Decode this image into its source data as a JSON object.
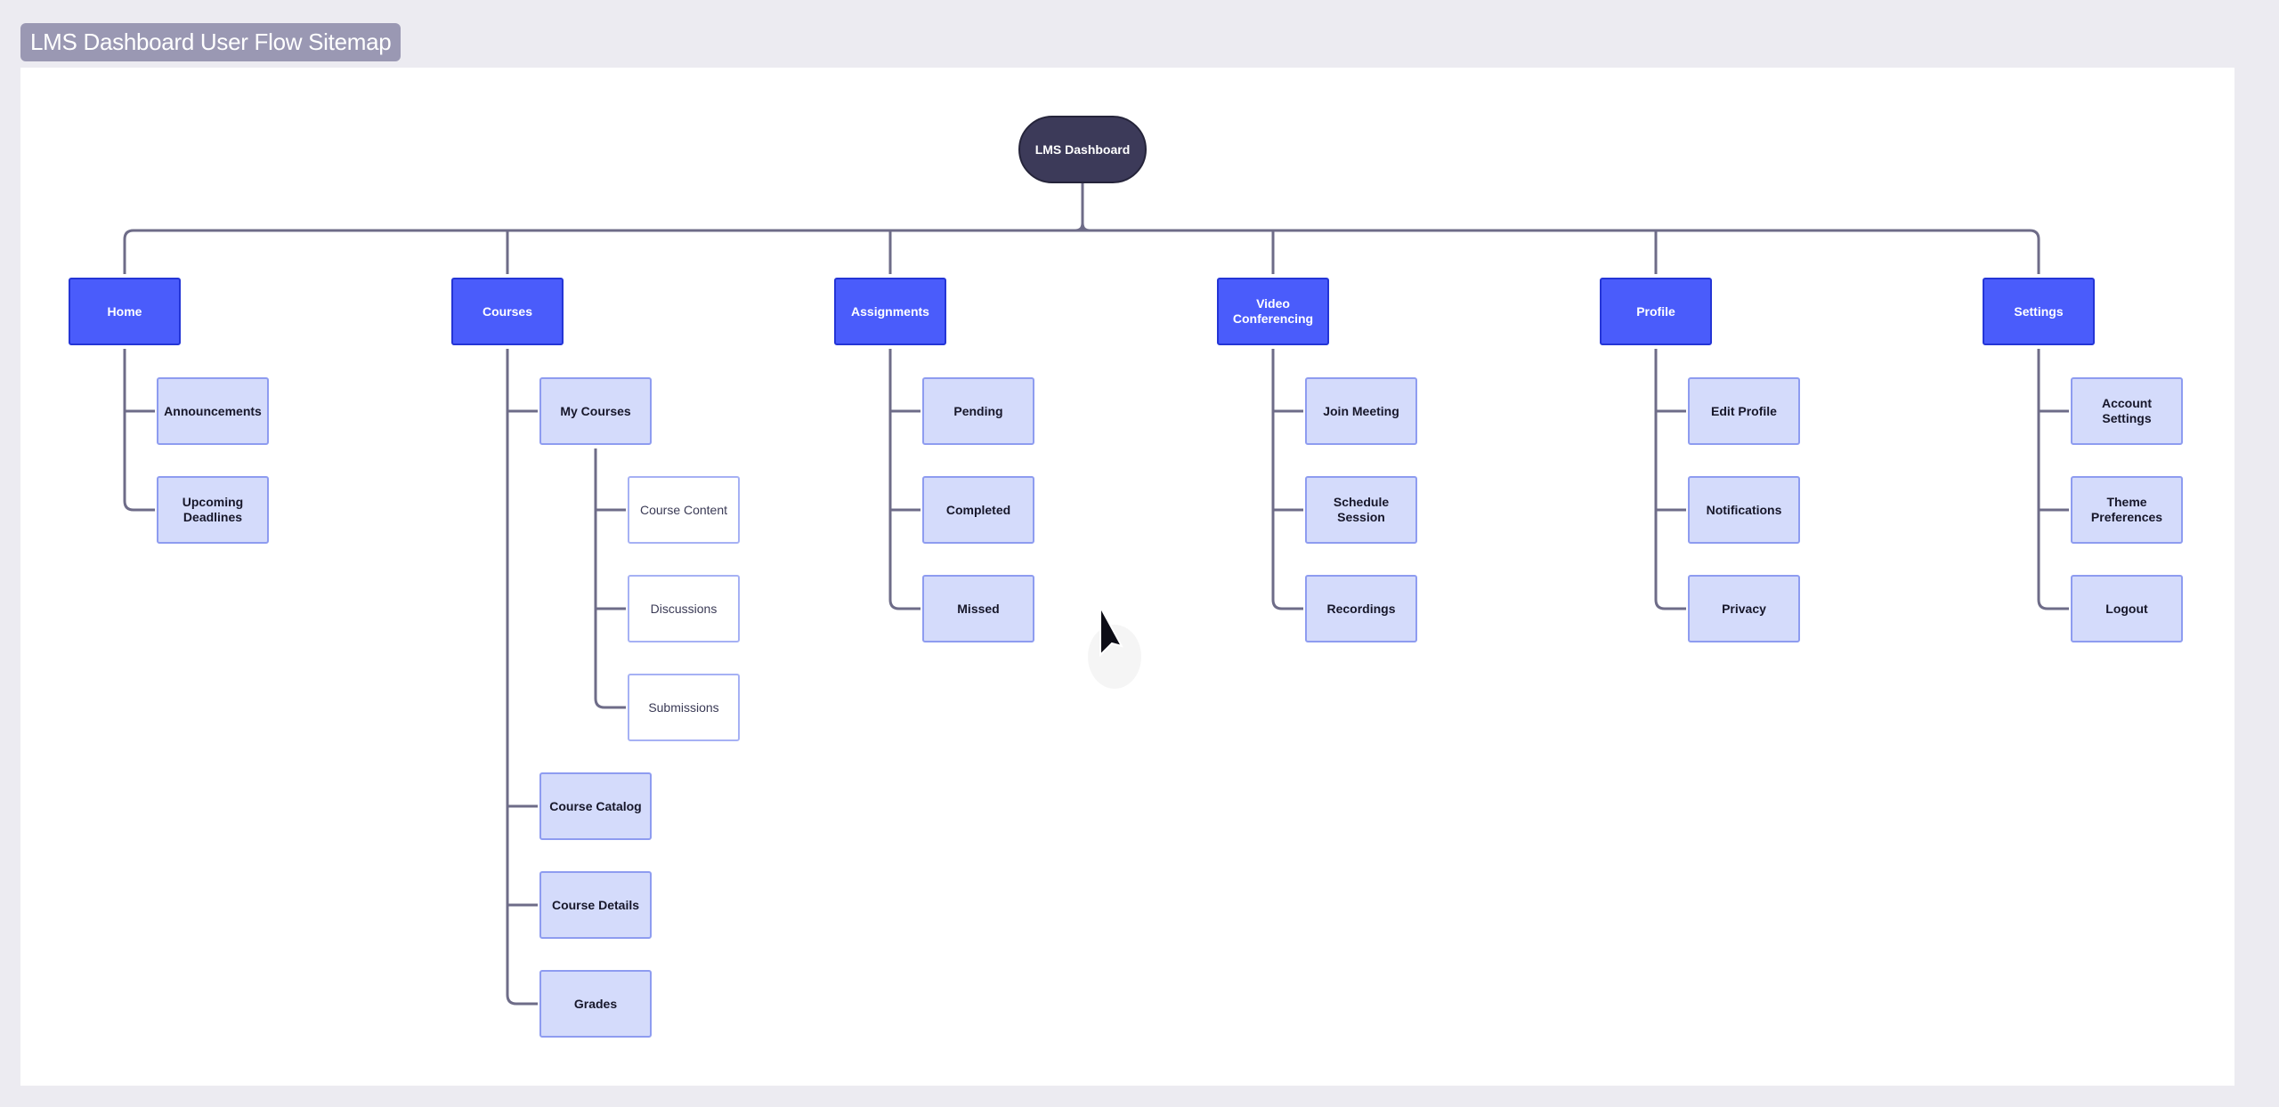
{
  "title": "LMS Dashboard User Flow Sitemap",
  "root": "LMS Dashboard",
  "sections": [
    {
      "label": "Home",
      "children": [
        {
          "label": "Announcements"
        },
        {
          "label": "Upcoming Deadlines"
        }
      ]
    },
    {
      "label": "Courses",
      "children": [
        {
          "label": "My Courses",
          "children": [
            {
              "label": "Course Content"
            },
            {
              "label": "Discussions"
            },
            {
              "label": "Submissions"
            }
          ]
        },
        {
          "label": "Course Catalog"
        },
        {
          "label": "Course Details"
        },
        {
          "label": "Grades"
        }
      ]
    },
    {
      "label": "Assignments",
      "children": [
        {
          "label": "Pending"
        },
        {
          "label": "Completed"
        },
        {
          "label": "Missed"
        }
      ]
    },
    {
      "label": "Video Conferencing",
      "children": [
        {
          "label": "Join Meeting"
        },
        {
          "label": "Schedule Session"
        },
        {
          "label": "Recordings"
        }
      ]
    },
    {
      "label": "Profile",
      "children": [
        {
          "label": "Edit Profile"
        },
        {
          "label": "Notifications"
        },
        {
          "label": "Privacy"
        }
      ]
    },
    {
      "label": "Settings",
      "children": [
        {
          "label": "Account Settings"
        },
        {
          "label": "Theme Preferences"
        },
        {
          "label": "Logout"
        }
      ]
    }
  ],
  "colors": {
    "root_fill": "#3c3a59",
    "section_fill": "#4a5cfb",
    "page_fill": "#d4dbfb",
    "subpage_fill": "#ffffff",
    "connector": "#6e6c88"
  }
}
